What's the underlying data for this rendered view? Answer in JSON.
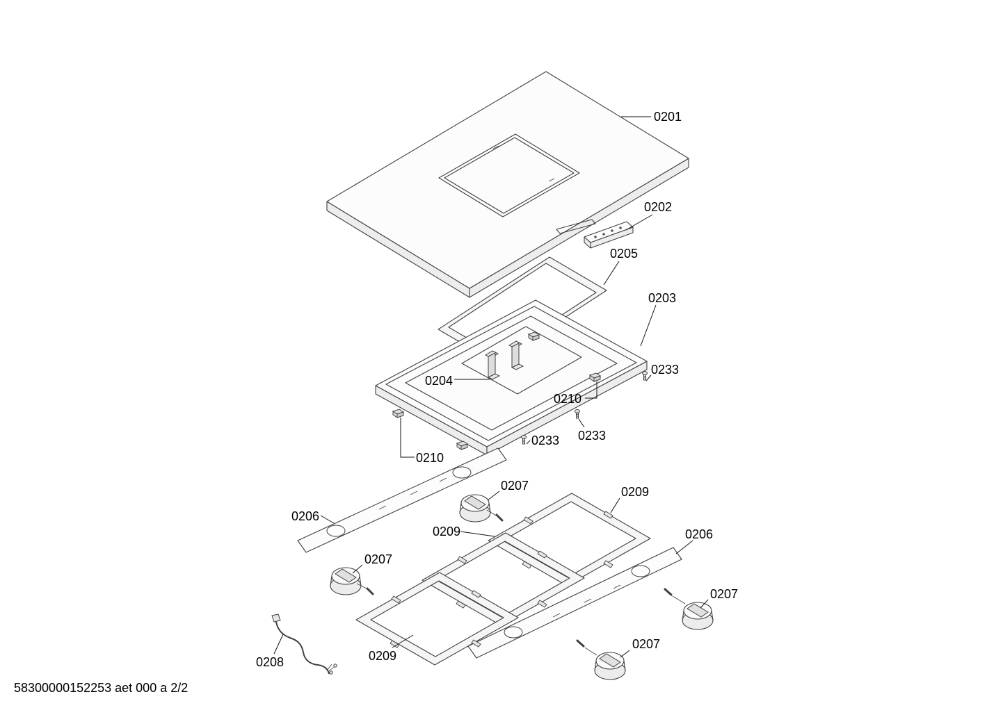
{
  "page": {
    "footer_code": "58300000152253 aet 000 a 2/2",
    "background_color": "#ffffff",
    "line_color": "#3f3f3f",
    "text_color": "#000000"
  },
  "diagram": {
    "labels": [
      {
        "text": "0201"
      },
      {
        "text": "0202"
      },
      {
        "text": "0205"
      },
      {
        "text": "0203"
      },
      {
        "text": "0204"
      },
      {
        "text": "0210"
      },
      {
        "text": "0233"
      },
      {
        "text": "0233"
      },
      {
        "text": "0233"
      },
      {
        "text": "0210"
      },
      {
        "text": "0207"
      },
      {
        "text": "0209"
      },
      {
        "text": "0206"
      },
      {
        "text": "0209"
      },
      {
        "text": "0206"
      },
      {
        "text": "0207"
      },
      {
        "text": "0207"
      },
      {
        "text": "0208"
      },
      {
        "text": "0209"
      },
      {
        "text": "0207"
      }
    ]
  }
}
